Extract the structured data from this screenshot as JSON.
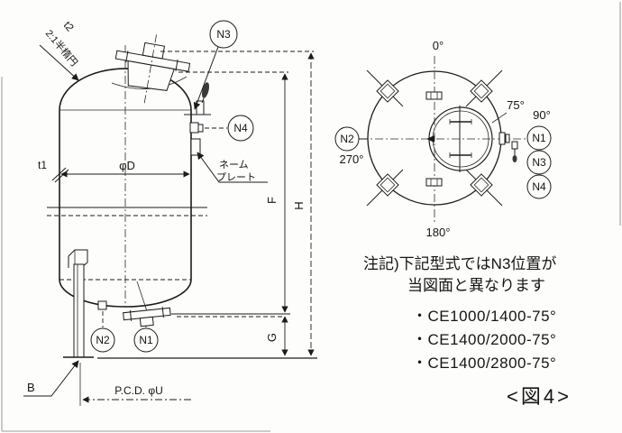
{
  "colors": {
    "ink": "#1c1c1c",
    "paper": "#fdfdfb"
  },
  "side_view": {
    "head_note": {
      "line1": "t2",
      "line2": "2:1半楕円"
    },
    "thickness_label": "t1",
    "diameter_label": "φD",
    "nameplate": {
      "line1": "ネーム",
      "line2": "プレート"
    },
    "dims": {
      "f": "F",
      "h": "H",
      "g": "G"
    },
    "leg_label": "B",
    "pcd_label": "P.C.D. φU",
    "nozzle_tags": {
      "n1": "N1",
      "n2": "N2",
      "n3": "N3",
      "n4": "N4"
    }
  },
  "top_view": {
    "angle_labels": {
      "a0": "0°",
      "a75": "75°",
      "a90": "90°",
      "a180": "180°",
      "a270": "270°"
    },
    "nozzle_tags": {
      "n1": "N1",
      "n2": "N2",
      "n3": "N3",
      "n4": "N4"
    }
  },
  "note": {
    "line1": "注記)下記型式ではN3位置が",
    "line2": "当図面と異なります",
    "models": [
      "・CE1000/1400-75°",
      "・CE1400/2000-75°",
      "・CE1400/2800-75°"
    ]
  },
  "figure_label": "<図4>"
}
